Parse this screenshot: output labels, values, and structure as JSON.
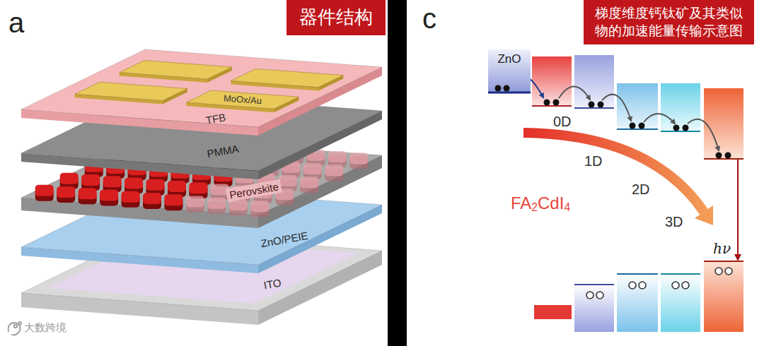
{
  "diagram": {
    "nodes": [
      {
        "text": [
          "器件结构"
        ]
      },
      {
        "text": [
          "TFB"
        ]
      },
      {
        "text": [
          "MoOx/Au"
        ],
        "in": 1
      },
      {
        "text": [
          "PMMA"
        ]
      },
      {
        "text": [
          "Perovskite"
        ]
      },
      {
        "text": [
          "ZnO/PEIE"
        ]
      },
      {
        "text": [
          "ITO"
        ]
      },
      {
        "text": [
          "梯度维度钙钛矿及其类似物的加速能量传输示意图"
        ]
      },
      {
        "text": [
          "ZnO"
        ]
      }
    ],
    "labels": [
      "a",
      "c",
      "0D",
      "1D",
      "2D",
      "3D",
      "FA2CdI4",
      "hν",
      "大数跨境"
    ]
  }
}
